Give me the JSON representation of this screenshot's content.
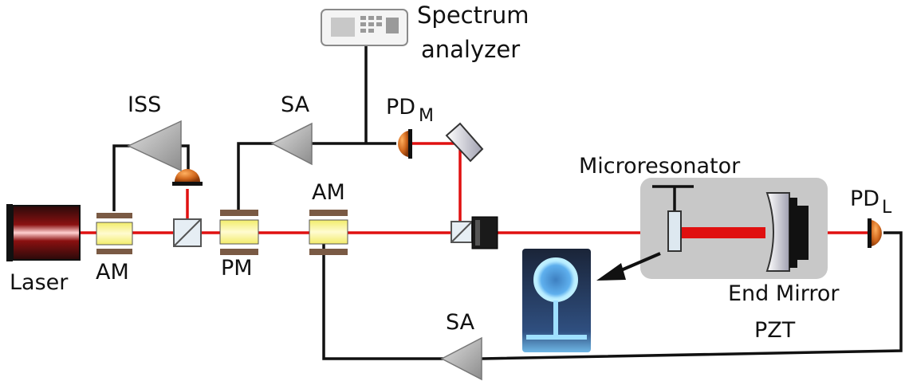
{
  "labels": {
    "spectrum_analyzer_line1": "Spectrum",
    "spectrum_analyzer_line2": "analyzer",
    "iss": "ISS",
    "sa_top": "SA",
    "pd_m_main": "PD",
    "pd_m_sub": "M",
    "microresonator": "Microresonator",
    "am_top": "AM",
    "am_bottom": "AM",
    "pm": "PM",
    "laser": "Laser",
    "pd_l_main": "PD",
    "pd_l_sub": "L",
    "end_mirror": "End Mirror",
    "pzt": "PZT",
    "sa_bottom": "SA"
  },
  "colors": {
    "beam": "#e01010",
    "wire": "#111111",
    "modulator_crystal": "#f7f27a",
    "modulator_electrode": "#7a5a44",
    "amplifier": "#b0b0b0",
    "photodiode": "#d2691e",
    "enclosure": "#c8c8c8",
    "resonator_glow": "#7fd4ff",
    "resonator_background": "#2a3550"
  }
}
